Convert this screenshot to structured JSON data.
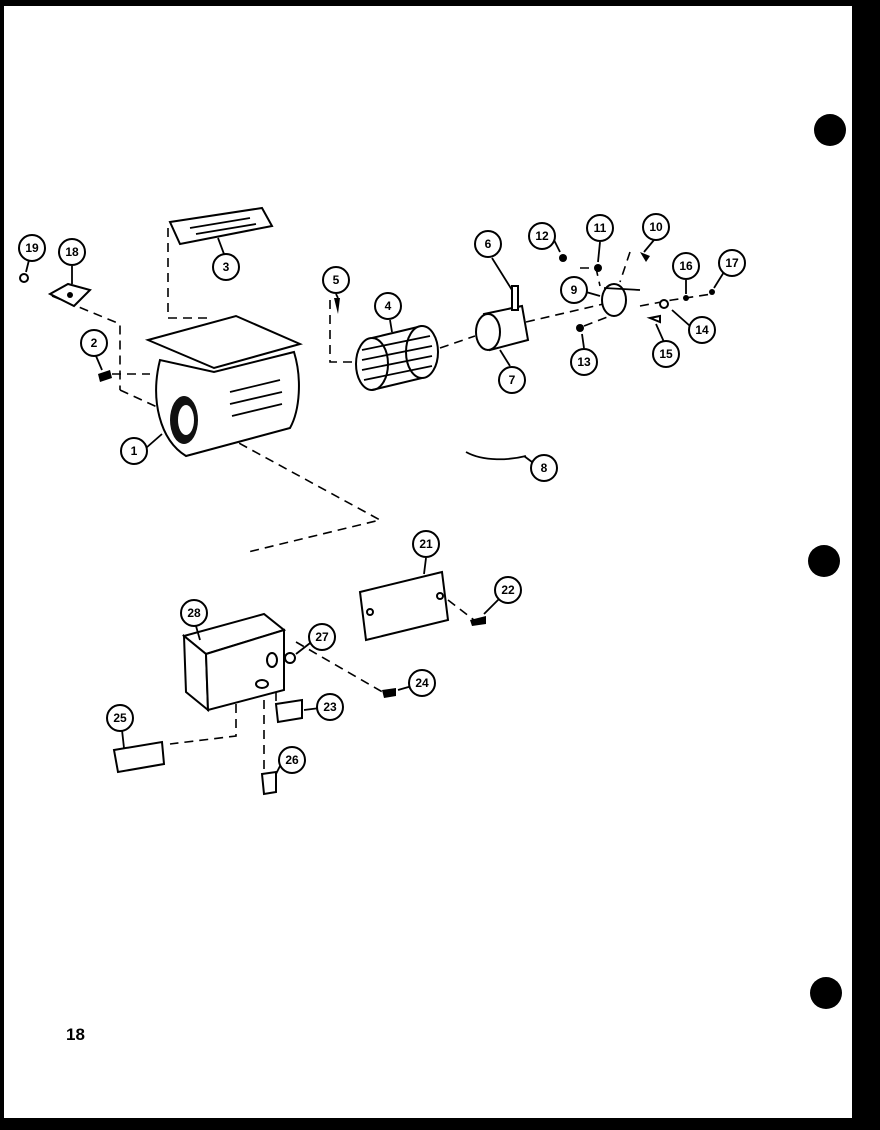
{
  "page": {
    "number": "18"
  },
  "callouts": [
    {
      "id": "c1",
      "label": "1"
    },
    {
      "id": "c2",
      "label": "2"
    },
    {
      "id": "c3",
      "label": "3"
    },
    {
      "id": "c4",
      "label": "4"
    },
    {
      "id": "c5",
      "label": "5"
    },
    {
      "id": "c6",
      "label": "6"
    },
    {
      "id": "c7",
      "label": "7"
    },
    {
      "id": "c8",
      "label": "8"
    },
    {
      "id": "c9",
      "label": "9"
    },
    {
      "id": "c10",
      "label": "10"
    },
    {
      "id": "c11",
      "label": "11"
    },
    {
      "id": "c12",
      "label": "12"
    },
    {
      "id": "c13",
      "label": "13"
    },
    {
      "id": "c14",
      "label": "14"
    },
    {
      "id": "c15",
      "label": "15"
    },
    {
      "id": "c16",
      "label": "16"
    },
    {
      "id": "c17",
      "label": "17"
    },
    {
      "id": "c18",
      "label": "18"
    },
    {
      "id": "c19",
      "label": "19"
    },
    {
      "id": "c21",
      "label": "21"
    },
    {
      "id": "c22",
      "label": "22"
    },
    {
      "id": "c23",
      "label": "23"
    },
    {
      "id": "c24",
      "label": "24"
    },
    {
      "id": "c25",
      "label": "25"
    },
    {
      "id": "c26",
      "label": "26"
    },
    {
      "id": "c27",
      "label": "27"
    },
    {
      "id": "c28",
      "label": "28"
    }
  ]
}
